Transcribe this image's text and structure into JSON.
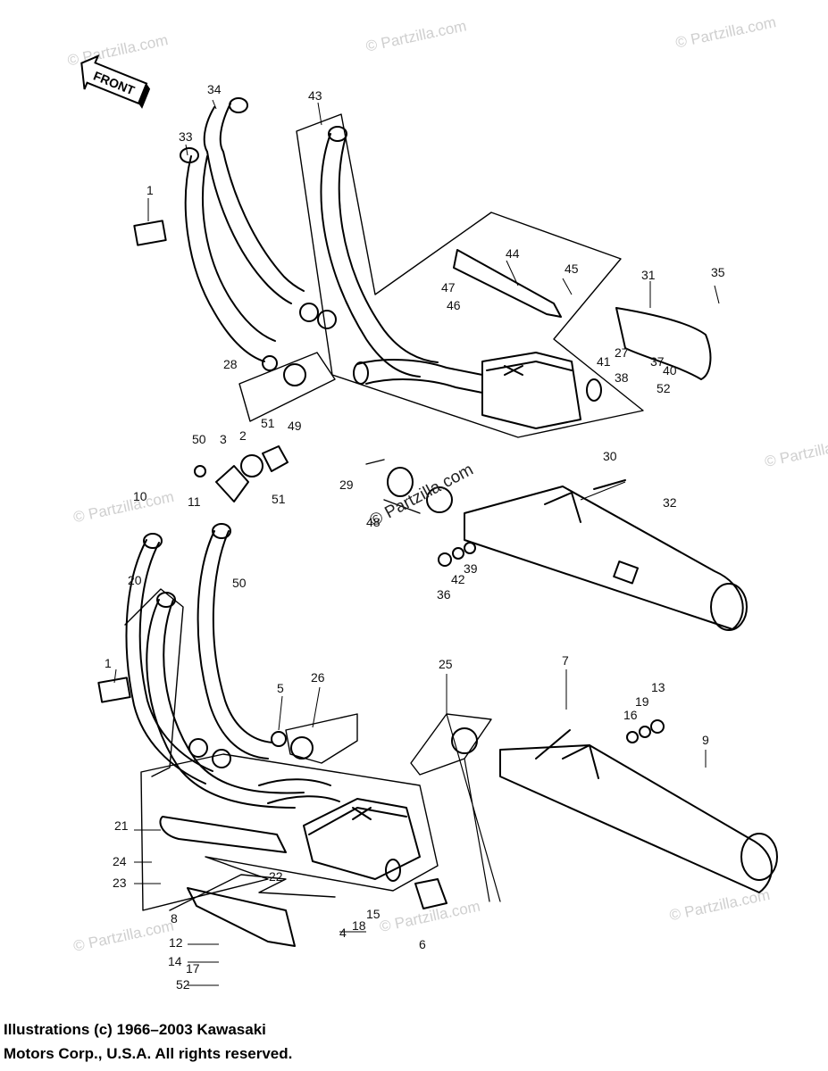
{
  "diagram": {
    "front_label": "FRONT",
    "watermark": "© Partzilla.com",
    "center_watermark": "© Partzilla.com",
    "copyright": {
      "line1": "Illustrations (c) 1966–2003 Kawasaki",
      "line2": "Motors Corp., U.S.A.  All rights reserved."
    },
    "callouts": {
      "c34": "34",
      "c33": "33",
      "c43": "43",
      "c1a": "1",
      "c44": "44",
      "c45": "45",
      "c31": "31",
      "c35": "35",
      "c47": "47",
      "c46": "46",
      "c28": "28",
      "c41": "41",
      "c27": "27",
      "c37": "37",
      "c40": "40",
      "c38": "38",
      "c52a": "52",
      "c51a": "51",
      "c49": "49",
      "c50a": "50",
      "c3": "3",
      "c2": "2",
      "c51b": "51",
      "c30": "30",
      "c29": "29",
      "c48": "48",
      "c32": "32",
      "c10": "10",
      "c11": "11",
      "c50b": "50",
      "c42": "42",
      "c39": "39",
      "c36": "36",
      "c20": "20",
      "c1b": "1",
      "c5": "5",
      "c26": "26",
      "c25": "25",
      "c7": "7",
      "c13": "13",
      "c19": "19",
      "c16": "16",
      "c9": "9",
      "c21": "21",
      "c24": "24",
      "c23": "23",
      "c22": "22",
      "c15": "15",
      "c18": "18",
      "c8": "8",
      "c4": "4",
      "c6": "6",
      "c12": "12",
      "c14": "14",
      "c17": "17",
      "c52b": "52"
    }
  }
}
